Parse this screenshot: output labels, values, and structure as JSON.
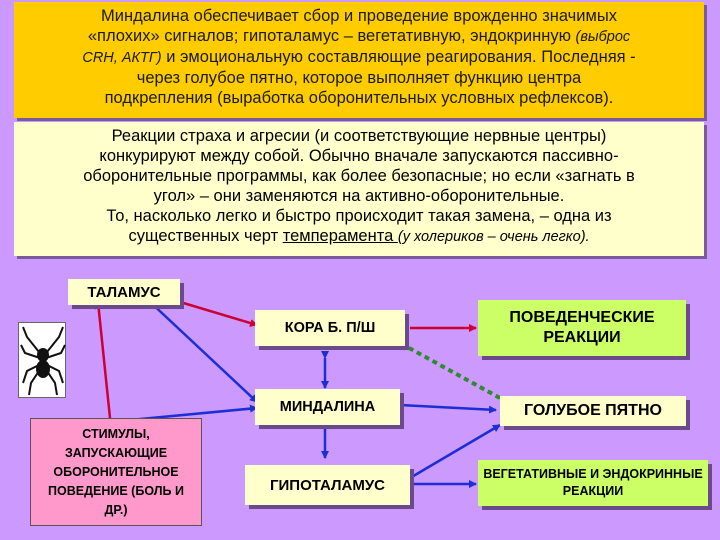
{
  "top_text": {
    "line1": "Миндалина обеспечивает сбор и проведение врожденно значимых",
    "line2a": "«плохих» сигналов; гипоталамус – вегетативную, эндокринную ",
    "line2b": "(выброс",
    "line3a": "CRH, АКТГ)",
    "line3b": " и эмоциональную составляющие реагирования. Последняя -",
    "line4": "через голубое пятно, которое выполняет функцию центра",
    "line5": "подкрепления (выработка оборонительных условных рефлексов)."
  },
  "mid_text": {
    "line1": "Реакции страха и агресии (и соответствующие нервные центры)",
    "line2": "конкурируют между собой. Обычно вначале запускаются пассивно-",
    "line3": "оборонительные программы, как более безопасные; но если «загнать в",
    "line4": "угол» – они заменяются на активно-оборонительные.",
    "line5": "То, насколько легко и быстро происходит такая замена, – одна из",
    "line6a": "существенных черт ",
    "line6b": "темперамента ",
    "line6c": " (у холериков – очень легко)."
  },
  "nodes": {
    "thalamus": "ТАЛАМУС",
    "cortex": "КОРА  Б. П/Ш",
    "behavioral": "ПОВЕДЕНЧЕСКИЕ РЕАКЦИИ",
    "amygdala": "МИНДАЛИНА",
    "locus": "ГОЛУБОЕ ПЯТНО",
    "hypothalamus": "ГИПОТАЛАМУС",
    "vegetative": "ВЕГЕТАТИВНЫЕ И ЭНДОКРИННЫЕ РЕАКЦИИ",
    "stimuli": "СТИМУЛЫ, ЗАПУСКАЮЩИЕ ОБОРОНИТЕЛЬНОЕ ПОВЕДЕНИЕ (БОЛЬ И ДР.)"
  },
  "colors": {
    "background": "#cc99ff",
    "top_box": "#ffcc00",
    "mid_box": "#ffffcc",
    "green_box": "#ccff66",
    "stimuli_box": "#ff99cc",
    "arrow_red": "#cc0033",
    "arrow_blue": "#1a2fd6",
    "arrow_dashed": "#2e8b2e"
  },
  "icons": {
    "spider": "spider-icon"
  }
}
